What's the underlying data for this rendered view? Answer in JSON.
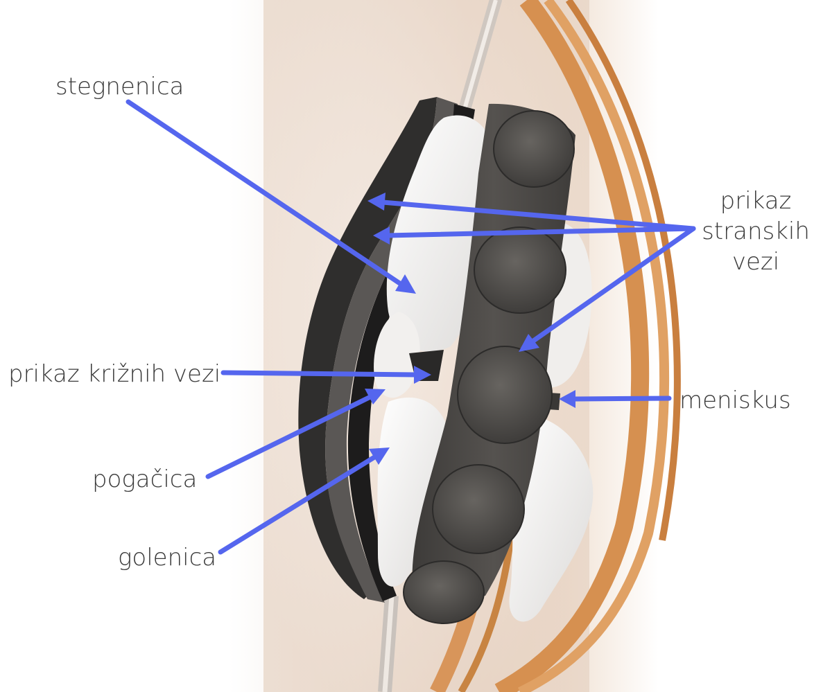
{
  "labels": {
    "stegnenica": "stegnenica",
    "stranske_line1": "prikaz",
    "stranske_line2": "stranskih",
    "stranske_line3": "vezi",
    "krizne": "prikaz križnih vezi",
    "meniskus": "meniskus",
    "pogacica": "pogačica",
    "golenica": "golenica"
  },
  "colors": {
    "arrow": "#5566ee",
    "label_text": "#3a3a3a"
  }
}
